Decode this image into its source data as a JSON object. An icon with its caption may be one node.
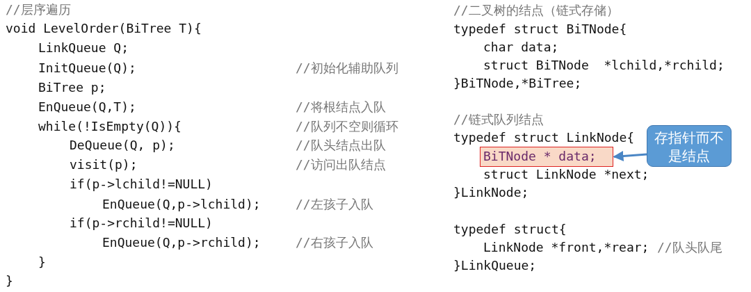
{
  "diagram": {
    "nodes": [
      {
        "text": [
          "BiTNode * data;"
        ]
      },
      {
        "text": [
          "存指针而不是结点"
        ]
      }
    ],
    "edges": [
      {
        "from": 1,
        "to": 0,
        "arrow": "to"
      }
    ],
    "labels": [
      "//层序遍历",
      "void LevelOrder(BiTree T){",
      "LinkQueue Q;",
      "InitQueue(Q);",
      "//初始化辅助队列",
      "BiTree p;",
      "EnQueue(Q,T);",
      "//将根结点入队",
      "while(!IsEmpty(Q)){",
      "//队列不空则循环",
      "DeQueue(Q, p);",
      "//队头结点出队",
      "visit(p);",
      "//访问出队结点",
      "if(p->lchild!=NULL)",
      "EnQueue(Q,p->lchild);",
      "//左孩子入队",
      "if(p->rchild!=NULL)",
      "EnQueue(Q,p->rchild);",
      "//右孩子入队",
      "}",
      "}",
      "//二叉树的结点（链式存储）",
      "typedef struct BiTNode{",
      "char data;",
      "struct BiTNode  *lchild,*rchild;",
      "}BiTNode,*BiTree;",
      "//链式队列结点",
      "typedef struct LinkNode{",
      "struct LinkNode *next;",
      "}LinkNode;",
      "typedef struct{",
      "LinkNode *front,*rear;",
      "//队头队尾",
      "}LinkQueue;"
    ]
  }
}
